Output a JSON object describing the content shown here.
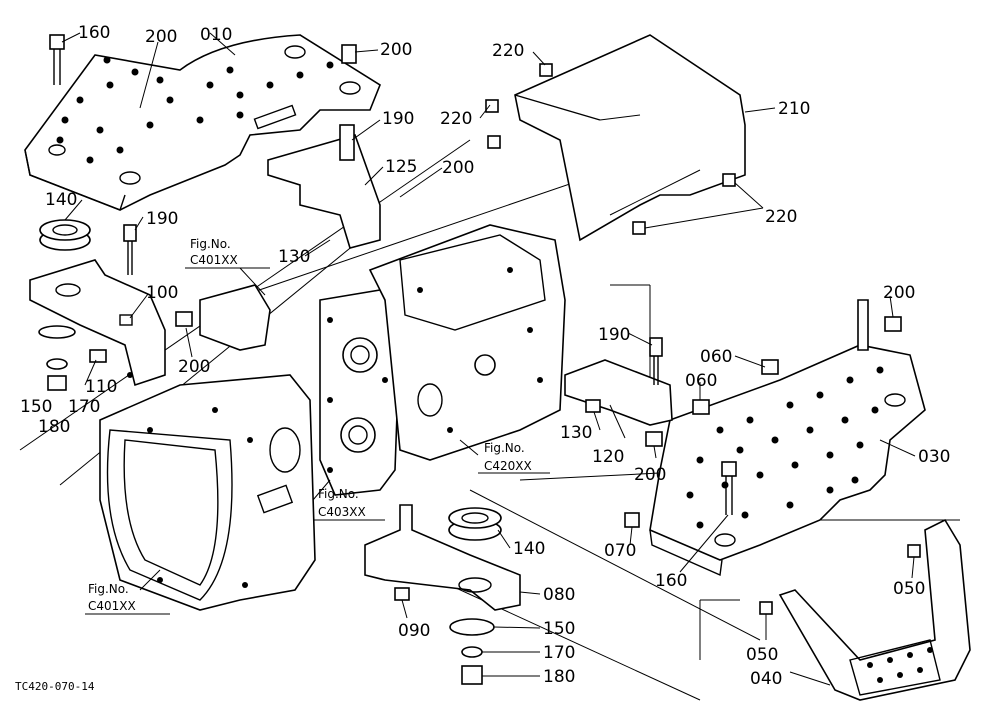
{
  "diagram": {
    "code": "TC420-070-14",
    "labels": [
      "160",
      "200",
      "010",
      "200",
      "220",
      "220",
      "210",
      "190",
      "125",
      "200",
      "220",
      "140",
      "190",
      "130",
      "100",
      "200",
      "150",
      "170",
      "180",
      "110",
      "190",
      "060",
      "060",
      "200",
      "130",
      "120",
      "200",
      "030",
      "070",
      "140",
      "080",
      "090",
      "150",
      "170",
      "180",
      "160",
      "050",
      "050",
      "040"
    ],
    "fig_refs": [
      {
        "title": "Fig.No.",
        "code": "C401XX"
      },
      {
        "title": "Fig.No.",
        "code": "C403XX"
      },
      {
        "title": "Fig.No.",
        "code": "C420XX"
      },
      {
        "title": "Fig.No.",
        "code": "C401XX"
      }
    ]
  }
}
